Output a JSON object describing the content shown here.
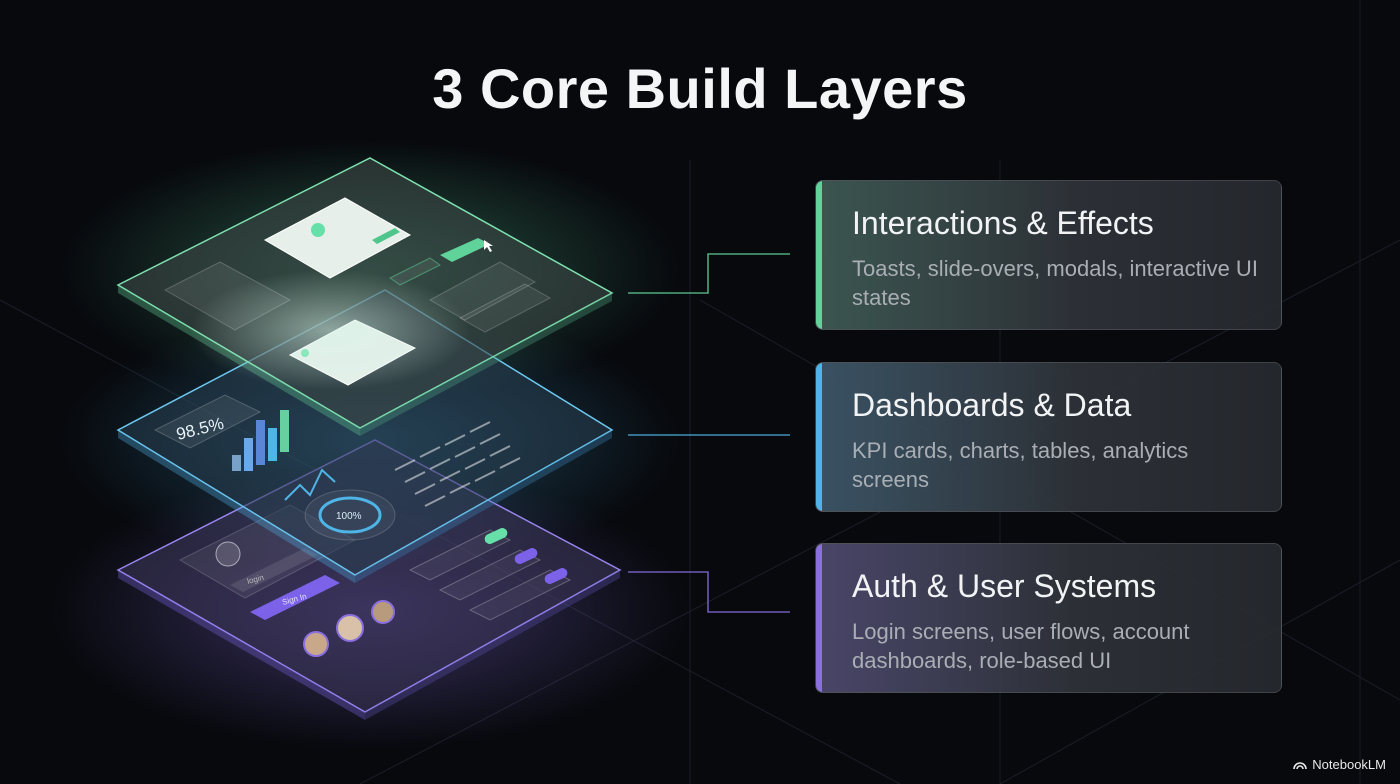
{
  "title": "3 Core Build Layers",
  "layers": [
    {
      "title": "Interactions & Effects",
      "description": "Toasts, slide-overs, modals, interactive UI states",
      "accent": "#5fd39a"
    },
    {
      "title": "Dashboards & Data",
      "description": "KPI cards, charts, tables, analytics screens",
      "accent": "#4fb4e6"
    },
    {
      "title": "Auth & User Systems",
      "description": "Login screens, user flows, account dashboards, role-based UI",
      "accent": "#8a6fe0"
    }
  ],
  "illustration": {
    "kpi_value": "98.5%",
    "gauge_value": "100%",
    "login_username": "login",
    "login_button": "Sign In",
    "icons": [
      "check-icon",
      "user-avatar-icon",
      "cursor-icon",
      "toggle-icon"
    ]
  },
  "brand": "NotebookLM"
}
